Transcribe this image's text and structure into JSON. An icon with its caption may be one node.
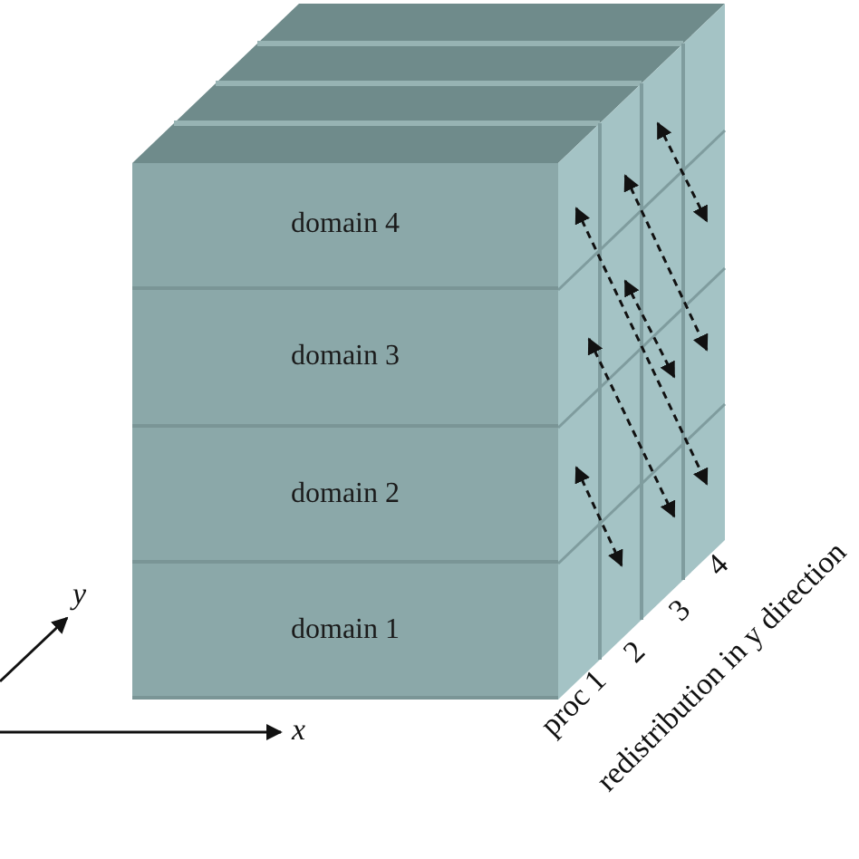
{
  "diagram": {
    "nodes": [
      {
        "text": [
          "domain 4"
        ]
      },
      {
        "text": [
          "domain 3"
        ]
      },
      {
        "text": [
          "domain 2"
        ]
      },
      {
        "text": [
          "domain 1"
        ]
      }
    ],
    "labels": [
      "y",
      "x",
      "proc 1",
      "2",
      "3",
      "4",
      "redistribution in y direction"
    ]
  }
}
